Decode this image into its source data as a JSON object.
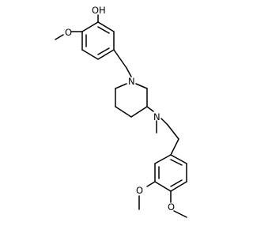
{
  "structure": {
    "atom_labels": {
      "oh": "OH",
      "methoxy_o_top": "O",
      "ring_n": "N",
      "amine_n": "N",
      "methoxy_o_3": "O",
      "methoxy_o_4": "O"
    }
  },
  "colors": {
    "bond": "#000000",
    "label": "#000000",
    "background": "#ffffff"
  }
}
